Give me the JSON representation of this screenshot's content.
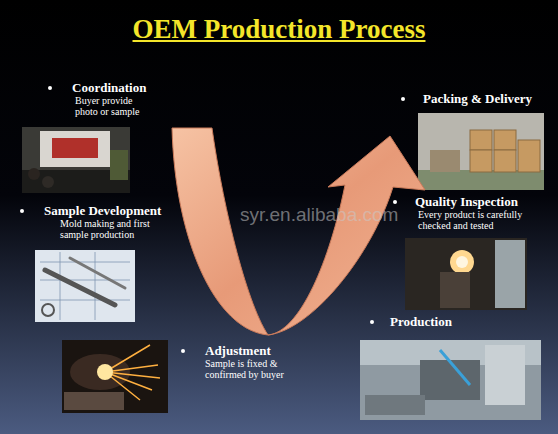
{
  "diagram": {
    "title": "OEM Production Process",
    "nodes": [
      {
        "text": [
          "Coordination",
          "Buyer provide photo or sample"
        ]
      },
      {
        "text": [
          "Sample Development",
          "Mold making and first sample production"
        ]
      },
      {
        "text": [
          "Adjustment",
          "Sample is fixed & confirmed by buyer"
        ]
      },
      {
        "text": [
          "Production"
        ]
      },
      {
        "text": [
          "Quality Inspection",
          "Every product is carefully checked and tested"
        ]
      },
      {
        "text": [
          "Packing & Delivery"
        ]
      }
    ],
    "labels": [
      "syr.en.alibaba.com"
    ]
  }
}
